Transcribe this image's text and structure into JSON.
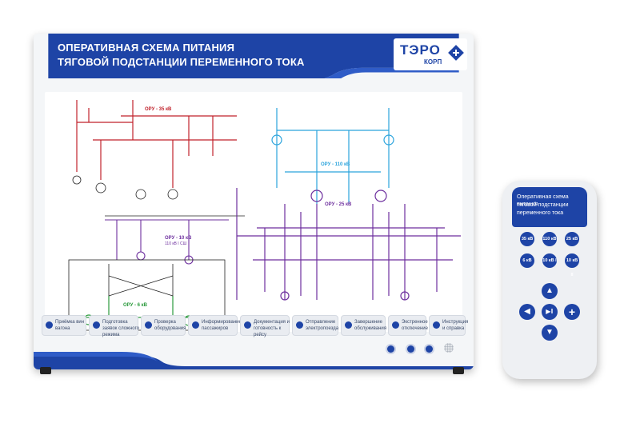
{
  "colors": {
    "brand": "#1e44a6",
    "red_line": "#c0212b",
    "purple_line": "#6d2f9e",
    "cyan_line": "#2aa3dc",
    "green_line": "#2a9a3c",
    "black_line": "#222222"
  },
  "board": {
    "title_line1": "ОПЕРАТИВНАЯ СХЕМА ПИТАНИЯ",
    "title_line2": "ТЯГОВОЙ ПОДСТАНЦИИ ПЕРЕМЕННОГО ТОКА",
    "logo_main": "ТЭРО",
    "logo_sub": "КОРП",
    "scheme_labels": {
      "oru35": "ОРУ - 35 кВ",
      "oru110": "ОРУ - 110 кВ",
      "oru25": "ОРУ - 25 кВ",
      "oru10": "ОРУ - 10 кВ",
      "oru10_sub": "110 кВ I СШ",
      "oru6": "ОРУ - 6 кВ"
    },
    "nav_buttons": [
      {
        "label": "Приёмка вин вагона"
      },
      {
        "label": "Подготовка заявок сложного режима"
      },
      {
        "label": "Проверка оборудования"
      },
      {
        "label": "Информирование пассажиров"
      },
      {
        "label": "Документация и готовность к рейсу"
      },
      {
        "label": "Отправление электропоезда"
      },
      {
        "label": "Завершение обслуживания"
      },
      {
        "label": "Экстренное отключение"
      },
      {
        "label": "Инструкция и справка"
      }
    ]
  },
  "remote": {
    "screen_line1": "Оперативная схема питания",
    "screen_line2": "тяговой подстанции",
    "screen_line3": "переменного тока",
    "buttons": [
      "35 кВ",
      "110 кВ",
      "25 кВ",
      "6 кВ",
      "10 кВ I",
      "10 кВ II"
    ],
    "nav": {
      "up": "▲",
      "down": "▼",
      "left": "◀",
      "play": "▶‖",
      "plus": "+"
    }
  }
}
